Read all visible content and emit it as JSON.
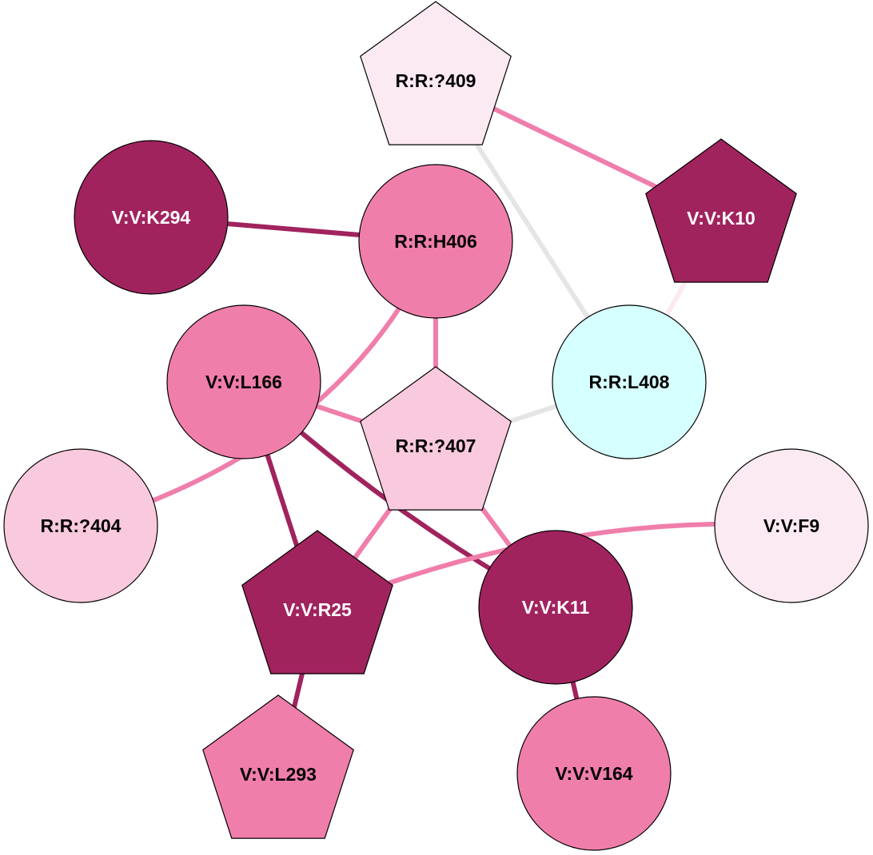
{
  "colors": {
    "dark": "#a0235e",
    "pink": "#f07eab",
    "light_pink": "#f9c9dd",
    "pale_pink": "#fceaf2",
    "cyan": "#d6ffff",
    "gray": "#e5e5e5"
  },
  "nodes": [
    {
      "id": "R409",
      "label": "R:R:?409",
      "shape": "pentagon",
      "fill": "#fceaf2",
      "text": "#000000"
    },
    {
      "id": "K294",
      "label": "V:V:K294",
      "shape": "circle",
      "fill": "#a0235e",
      "text": "#ffffff"
    },
    {
      "id": "H406",
      "label": "R:R:H406",
      "shape": "circle",
      "fill": "#f07eab",
      "text": "#000000"
    },
    {
      "id": "K10",
      "label": "V:V:K10",
      "shape": "pentagon",
      "fill": "#a0235e",
      "text": "#ffffff"
    },
    {
      "id": "L166",
      "label": "V:V:L166",
      "shape": "circle",
      "fill": "#f07eab",
      "text": "#000000"
    },
    {
      "id": "L408",
      "label": "R:R:L408",
      "shape": "circle",
      "fill": "#d6ffff",
      "text": "#000000"
    },
    {
      "id": "R407",
      "label": "R:R:?407",
      "shape": "pentagon",
      "fill": "#f9c9dd",
      "text": "#000000"
    },
    {
      "id": "R404",
      "label": "R:R:?404",
      "shape": "circle",
      "fill": "#f9c9dd",
      "text": "#000000"
    },
    {
      "id": "F9",
      "label": "V:V:F9",
      "shape": "circle",
      "fill": "#fceaf2",
      "text": "#000000"
    },
    {
      "id": "R25",
      "label": "V:V:R25",
      "shape": "pentagon",
      "fill": "#a0235e",
      "text": "#ffffff"
    },
    {
      "id": "K11",
      "label": "V:V:K11",
      "shape": "circle",
      "fill": "#a0235e",
      "text": "#ffffff"
    },
    {
      "id": "L293",
      "label": "V:V:L293",
      "shape": "pentagon",
      "fill": "#f07eab",
      "text": "#000000"
    },
    {
      "id": "V164",
      "label": "V:V:V164",
      "shape": "circle",
      "fill": "#f07eab",
      "text": "#000000"
    }
  ],
  "edges": [
    {
      "source": "R409",
      "target": "K10",
      "color": "#f07eab"
    },
    {
      "source": "R409",
      "target": "L408",
      "color": "#e5e5e5"
    },
    {
      "source": "K10",
      "target": "L408",
      "color": "#fceaf2"
    },
    {
      "source": "K294",
      "target": "H406",
      "color": "#a0235e"
    },
    {
      "source": "H406",
      "target": "R407",
      "color": "#f07eab"
    },
    {
      "source": "H406",
      "target": "R404",
      "color": "#f07eab",
      "curved": true
    },
    {
      "source": "L166",
      "target": "R407",
      "color": "#f07eab"
    },
    {
      "source": "L166",
      "target": "R25",
      "color": "#a0235e"
    },
    {
      "source": "L166",
      "target": "K11",
      "color": "#a0235e",
      "curved": true
    },
    {
      "source": "R407",
      "target": "L408",
      "color": "#e5e5e5"
    },
    {
      "source": "R407",
      "target": "R25",
      "color": "#f07eab"
    },
    {
      "source": "R407",
      "target": "K11",
      "color": "#f07eab"
    },
    {
      "source": "F9",
      "target": "R25",
      "color": "#f07eab",
      "curved": true
    },
    {
      "source": "R25",
      "target": "L293",
      "color": "#a0235e"
    },
    {
      "source": "K11",
      "target": "V164",
      "color": "#a0235e"
    }
  ]
}
